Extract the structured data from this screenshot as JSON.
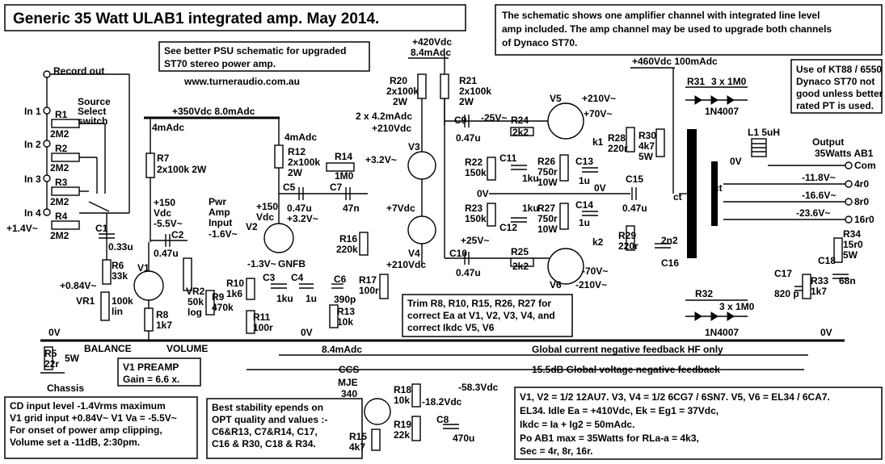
{
  "title": "Generic 35 Watt ULAB1 integrated amp. May 2014.",
  "description": [
    "The schematic shows one amplifier channel with integrated line level",
    "amp included.  The amp channel may be used to upgrade both channels",
    "of Dynaco ST70."
  ],
  "psu_note": [
    "See better PSU schematic for upgraded",
    "ST70 stereo power amp."
  ],
  "website": "www.turneraudio.com.au",
  "kt88_note": [
    "Use of KT88 / 6550 in",
    "Dynaco ST70 not",
    "good unless better",
    "rated PT is used."
  ],
  "trim_note": [
    "Trim R8, R10, R15, R26, R27 for",
    "correct Ea at V1, V2, V3, V4, and",
    "correct  Ikdc V5, V6"
  ],
  "preamp_note": [
    "V1  PREAMP",
    "Gain = 6.6 x."
  ],
  "cd_note": [
    "CD input level  -1.4Vrms maximum",
    "V1 grid input  +0.84V~ V1 Va = -5.5V~",
    "For onset of power amp clipping,",
    "Volume set a -11dB, 2:30pm."
  ],
  "stability_note": [
    "Best stability epends on",
    "OPT quality and values :-",
    "C6&R13, C7&R14, C17,",
    "C16 & R30, C18 & R34."
  ],
  "specs": [
    "V1, V2 = 1/2 12AU7.  V3, V4 = 1/2  6CG7 / 6SN7.  V5, V6 = EL34 / 6CA7.",
    "EL34. Idle Ea = +410Vdc, Ek = Eg1 = 37Vdc,",
    "Ikdc = Ia + Ig2 = 50mAdc.",
    "Po AB1 max = 35Watts for RLa-a = 4k3,",
    "Sec = 4r, 8r, 16r."
  ],
  "rails": {
    "b350": "+350Vdc  8.0mAdc",
    "b420": "+420Vdc",
    "b420_current": "8.4mAdc",
    "b460": "+460Vdc  100mAdc"
  },
  "labels": {
    "zero_v": "0V",
    "current_fb": "Global current negative feedback  HF only",
    "voltage_fb": "15.5dB  Global voltage negative feedback",
    "ccs_current": "8.4mAdc",
    "ccs": "CCS",
    "record_out": "Record out",
    "source_select": [
      "Source",
      "Select",
      "switch"
    ],
    "balance": "BALANCE",
    "volume": "VOLUME",
    "chassis": "Chassis",
    "pwr_amp": [
      "Pwr",
      "Amp",
      "Input"
    ],
    "gnfb": "GNFB",
    "k1": "k1",
    "k2": "k2",
    "ct": "ct",
    "output": "Output",
    "output_power": "35Watts AB1"
  },
  "inputs": [
    "In 1",
    "In 2",
    "In 3",
    "In 4"
  ],
  "outputs": {
    "com": "Com",
    "r4": "4r0",
    "r8": "8r0",
    "r16": "16r0"
  },
  "voltages": {
    "in_1v4": "+1.4V~",
    "v1_grid": "+0.84V~",
    "ma4_a": "4mAdc",
    "ma4_b": "4mAdc",
    "v1_plate": [
      "+150",
      "Vdc",
      "-5.5V~"
    ],
    "pwr_amp_in": "-1.6V~",
    "v2_plate": [
      "+150",
      "Vdc"
    ],
    "v2_3v2": "+3.2V~",
    "v3_grid": "+3.2V~",
    "v2_k": "-1.3V~",
    "ma_2x42": "2 x 4.2mAdc",
    "v3_plate": "+210Vdc",
    "v4_grid": "+7Vdc",
    "v4_k": "+210Vdc",
    "v5_grid": "-25V~",
    "v6_grid": "+25V~",
    "v5_screen": "+210V~",
    "v5_plate": "+70V~",
    "v6_plate": "-70V~",
    "v6_screen": "-210V~",
    "out_4r": "-11.8V~",
    "out_8r": "-16.6V~",
    "out_16r": "-23.6V~",
    "ccs_neg": "-18.2Vdc",
    "neg_supply": "-58.3Vdc"
  },
  "parts": {
    "r1": "R1",
    "r2": "R2",
    "r3": "R3",
    "r4": "R4",
    "r_input_val": "2M2",
    "c1": "C1",
    "c1_val": "0.33u",
    "r6": "R6",
    "r6_val": "33k",
    "v1": "V1",
    "r8": "R8",
    "r8_val": "1k7",
    "vr1": "VR1",
    "vr1_val": "100k",
    "vr1_taper": "lin",
    "r5": "R5",
    "r5_val": "22r",
    "r5_pwr": "5W",
    "r7": "R7",
    "r7_val": "2x100k 2W",
    "c2": "C2",
    "c2_val": "0.47u",
    "vr2": "VR2",
    "vr2_val": "50k",
    "vr2_taper": "log",
    "r9": "R9",
    "r9_val": "470k",
    "r12": "R12",
    "r12_val": "2x100k",
    "r12_pwr": "2W",
    "v2": "V2",
    "c5": "C5",
    "c5_val": "0.47u",
    "c7": "C7",
    "c7_val": "47n",
    "r14": "R14",
    "r14_val": "1M0",
    "r10": "R10",
    "r10_val": "1k6",
    "r11": "R11",
    "r11_val": "100r",
    "c3": "C3",
    "c3_val": "1ku",
    "c4": "C4",
    "c4_val": "1u",
    "c6": "C6",
    "c6_val": "390p",
    "r13": "R13",
    "r13_val": "10k",
    "r16": "R16",
    "r16_val": "220k",
    "r17": "R17",
    "r17_val": "100r",
    "r20": "R20",
    "r20_val": "2x100k",
    "r20_pwr": "2W",
    "r21": "R21",
    "r21_val": "2x100k",
    "r21_pwr": "2W",
    "v3": "V3",
    "v4": "V4",
    "c9": "C9",
    "c9_val": "0.47u",
    "c10": "C10",
    "c10_val": "0.47u",
    "r24": "R24",
    "r24_val": "2k2",
    "r25": "R25",
    "r25_val": "2k2",
    "r22": "R22",
    "r22_val": "150k",
    "r23": "R23",
    "r23_val": "150k",
    "c11": "C11",
    "c11_val": "1ku",
    "c12": "C12",
    "c12_val": "1ku",
    "r26": "R26",
    "r26_val": "750r",
    "r26_pwr": "10W",
    "r27": "R27",
    "r27_val": "750r",
    "r27_pwr": "10W",
    "c13": "C13",
    "c13_val": "1u",
    "c14": "C14",
    "c14_val": "1u",
    "v5": "V5",
    "v6": "V6",
    "r28": "R28",
    "r28_val": "220r",
    "r29": "R29",
    "r29_val": "220r",
    "r30": "R30",
    "r30_val": "4k7",
    "r30_pwr": "5W",
    "c15": "C15",
    "c15_val": "0.47u",
    "c16": "C16",
    "c16_val": "2n2",
    "r31": "R31",
    "r31_val": "3 x 1M0",
    "r32": "R32",
    "r32_val": "3 x 1M0",
    "diode": "1N4007",
    "l1": "L1 5uH",
    "c17": "C17",
    "c17_val": "820 p",
    "r33": "R33",
    "r33_val": "1k7",
    "r34": "R34",
    "r34_val": "15r0",
    "r34_pwr": "5W",
    "c18": "C18",
    "c18_val": "68n",
    "mje": "MJE",
    "mje_num": "340",
    "r15": "R15",
    "r15_val": "4k7",
    "r18": "R18",
    "r18_val": "10k",
    "r19": "R19",
    "r19_val": "22k",
    "c8": "C8",
    "c8_val": "470u"
  }
}
